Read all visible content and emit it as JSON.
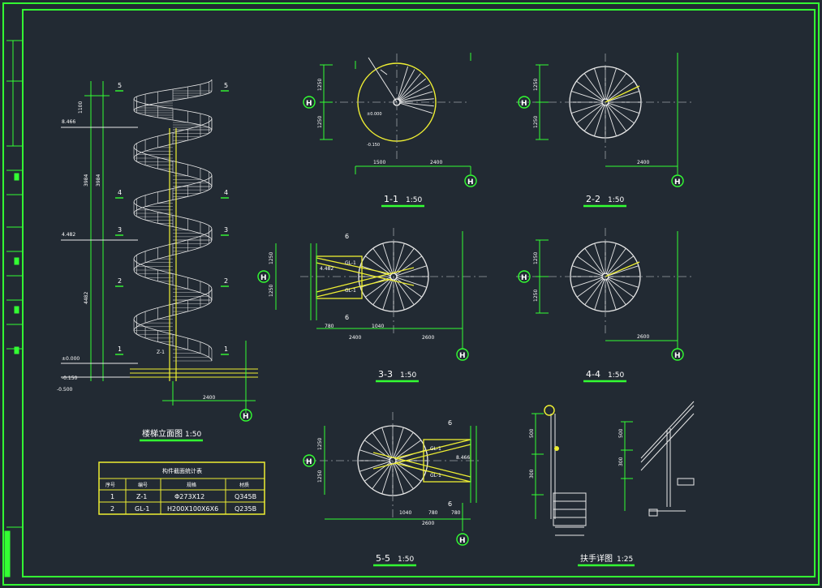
{
  "colors": {
    "background": "#222a33",
    "frame": "#33ff33",
    "lines": "#e8e8e8",
    "yellow": "#eeee33",
    "grid": "#9aa0a6"
  },
  "titles": {
    "elevation": "楼梯立面图",
    "elevation_scale": "1:50",
    "s11": "1-1",
    "s11_scale": "1:50",
    "s22": "2-2",
    "s22_scale": "1:50",
    "s33": "3-3",
    "s33_scale": "1:50",
    "s44": "4-4",
    "s44_scale": "1:50",
    "s55": "5-5",
    "s55_scale": "1:50",
    "handrail": "扶手详图",
    "handrail_scale": "1:25"
  },
  "axis": {
    "label": "H"
  },
  "levels": {
    "l1": "±0.000",
    "l2": "-0.150",
    "l3": "-0.500",
    "l4": "4.482",
    "l5": "8.466"
  },
  "elevation_dims": {
    "d_top": "1100",
    "d_a": "3984",
    "d_b": "4482",
    "d_c": "3984",
    "d_bottom": "2400",
    "z_label": "Z-1",
    "floor_marks": [
      "1",
      "2",
      "3",
      "4",
      "5"
    ]
  },
  "plan_dims": {
    "d1250": "1250",
    "d1500": "1500",
    "d2400": "2400",
    "d780": "780",
    "d1040": "1040",
    "d2600": "2600",
    "gl1": "GL-1",
    "lvl_a": "4.482",
    "lvl_b": "8.466",
    "cut6": "6"
  },
  "table": {
    "title": "构件截面统计表",
    "headers": [
      "序号",
      "编号",
      "规格",
      "材质"
    ],
    "rows": [
      [
        "1",
        "Z-1",
        "Φ273X12",
        "Q345B"
      ],
      [
        "2",
        "GL-1",
        "H200X100X6X6",
        "Q235B"
      ]
    ]
  },
  "handrail_dims": {
    "h1": "500",
    "h2": "300"
  }
}
